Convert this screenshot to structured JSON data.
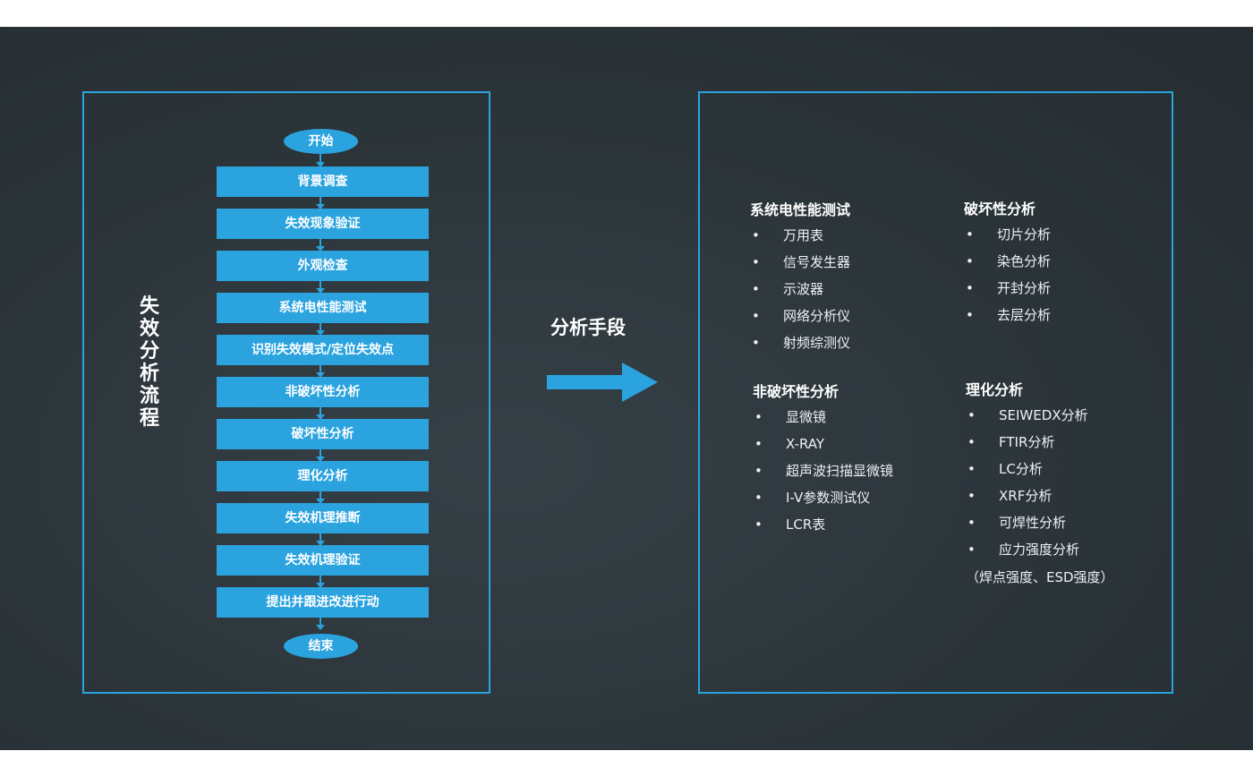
{
  "left": {
    "title": "失效分析流程",
    "start": "开始",
    "end": "结束",
    "steps": [
      "背景调查",
      "失效现象验证",
      "外观检查",
      "系统电性能测试",
      "识别失效模式/定位失效点",
      "非破坏性分析",
      "破坏性分析",
      "理化分析",
      "失效机理推断",
      "失效机理验证",
      "提出并跟进改进行动"
    ]
  },
  "middle": {
    "label": "分析手段"
  },
  "right": {
    "sections": [
      {
        "title": "系统电性能测试",
        "items": [
          "万用表",
          "信号发生器",
          "示波器",
          "网络分析仪",
          "射频综测仪"
        ]
      },
      {
        "title": "破坏性分析",
        "items": [
          "切片分析",
          "染色分析",
          "开封分析",
          "去层分析"
        ]
      },
      {
        "title": "非破坏性分析",
        "items": [
          "显微镜",
          "X-RAY",
          "超声波扫描显微镜",
          "I-V参数测试仪",
          "LCR表"
        ]
      },
      {
        "title": "理化分析",
        "items": [
          "SEIWEDX分析",
          "FTIR分析",
          "LC分析",
          "XRF分析",
          "可焊性分析",
          "应力强度分析"
        ],
        "note": "（焊点强度、ESD强度）"
      }
    ]
  },
  "colors": {
    "accent": "#2aa3df",
    "background": "#2b3439"
  }
}
